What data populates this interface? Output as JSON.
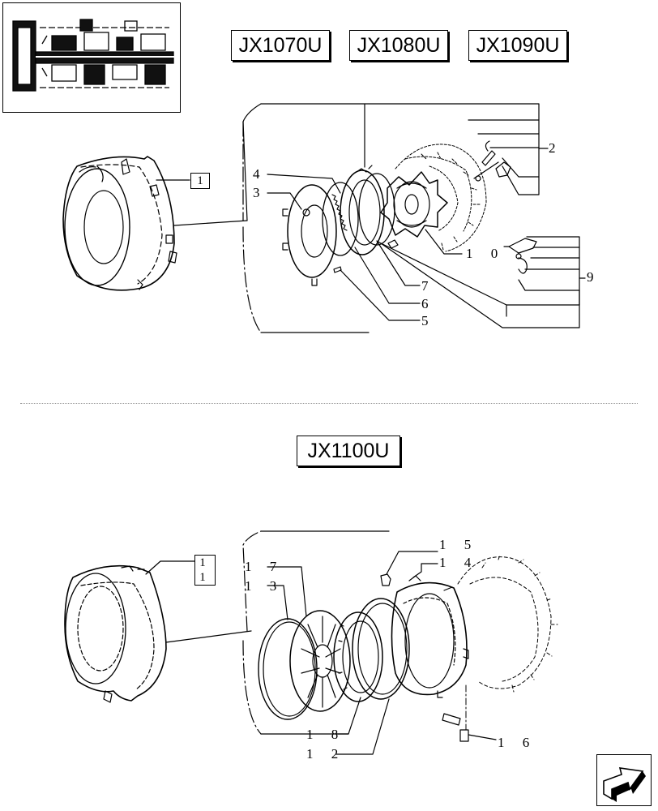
{
  "models_top": [
    "JX1070U",
    "JX1080U",
    "JX1090U"
  ],
  "model_bottom": "JX1100U",
  "refs": {
    "r1": "1",
    "r2": "2",
    "r3": "3",
    "r4": "4",
    "r5": "5",
    "r6": "6",
    "r7": "7",
    "r9": "9",
    "r10": "1 0",
    "r11": "1 1",
    "r12": "1 2",
    "r13": "1 3",
    "r14": "1 4",
    "r15": "1 5",
    "r16": "1 6",
    "r17": "1 7",
    "r18": "1 8"
  },
  "icons": {
    "thumbnail": "transmission-section-thumbnail-icon",
    "nav": "next-page-arrow-icon"
  }
}
